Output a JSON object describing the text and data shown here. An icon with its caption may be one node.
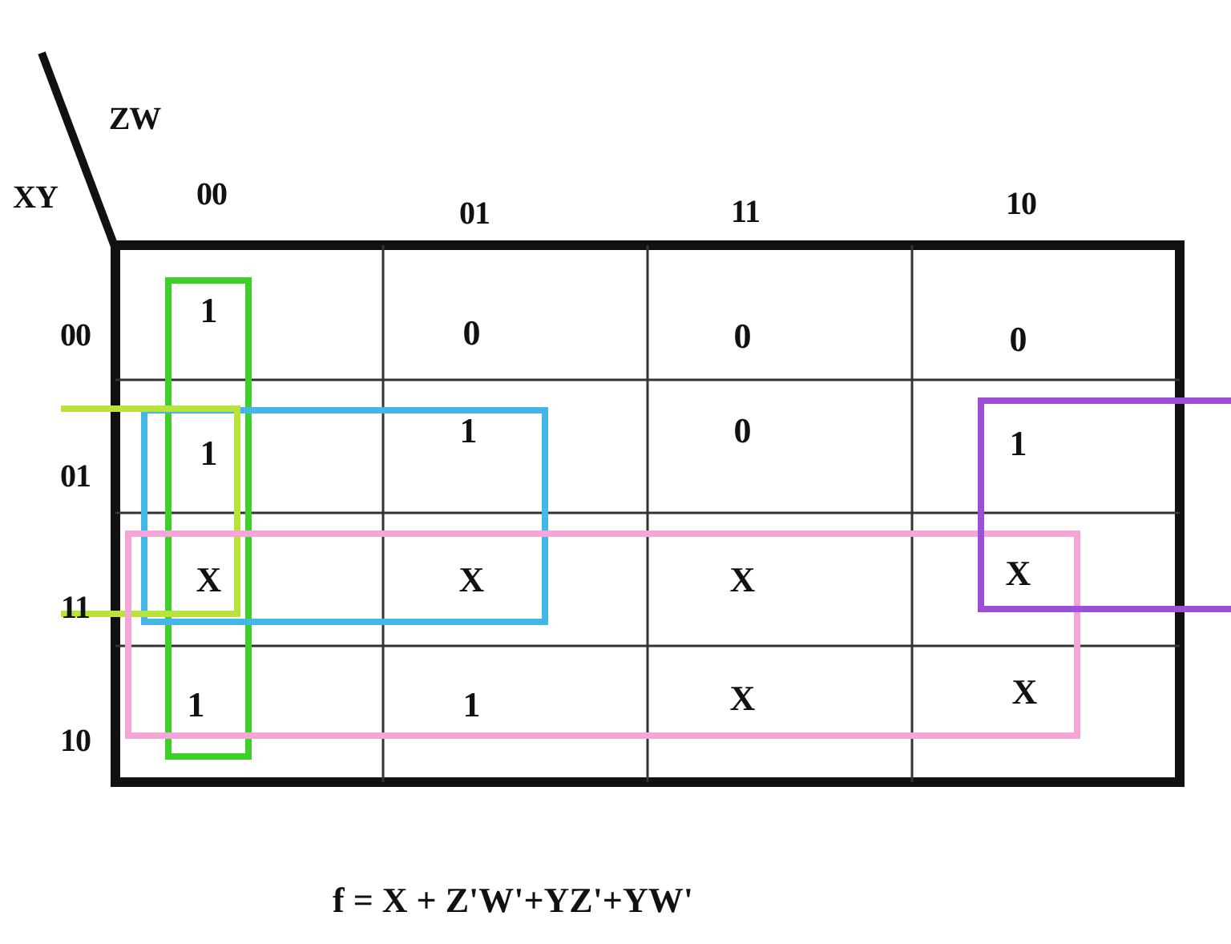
{
  "diagram": {
    "caption": "f = X + Z'W'+YZ'+YW'",
    "labels": [
      "ZW",
      "XY",
      "00",
      "01",
      "11",
      "10",
      "00",
      "1",
      "0",
      "0",
      "0",
      "01",
      "1",
      "1",
      "0",
      "1",
      "11",
      "X",
      "X",
      "X",
      "X",
      "10",
      "1",
      "1",
      "X",
      "X"
    ]
  }
}
